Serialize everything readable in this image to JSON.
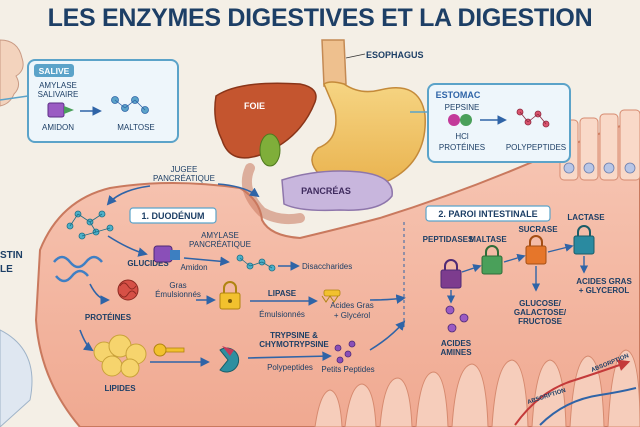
{
  "title": "LES ENZYMES DIGESTIVES ET LA DIGESTION",
  "organs": {
    "esophagus": "ESOPHAGUS",
    "liver": "FOIE",
    "pancreas": "PANCRÉAS",
    "intestine_partial_1": "STIN",
    "intestine_partial_2": "LE"
  },
  "saliva_box": {
    "heading": "SALIVE",
    "enzyme_line1": "AMYLASE",
    "enzyme_line2": "SALIVAIRE",
    "substrate": "AMIDON",
    "product": "MALTOSE"
  },
  "stomach_box": {
    "heading": "ESTOMAC",
    "enzyme": "PEPSINE",
    "cofactor": "HCl",
    "substrate": "PROTÉINES",
    "product": "POLYPEPTIDES"
  },
  "duodenum": {
    "label": "1. DUODÉNUM",
    "juice_line1": "JUGEE",
    "juice_line2": "PANCRÉATIQUE",
    "amylase_line1": "AMYLASE",
    "amylase_line2": "PANCRÉATIQUE",
    "glucides": "GLUCIDES",
    "amidon": "Amidon",
    "disaccharides": "Disaccharides",
    "proteines": "PROTÉINES",
    "lipides": "LIPIDES",
    "gras_line1": "Gras",
    "gras_line2": "Émulsionnés",
    "lipase": "LIPASE",
    "emulsionnes": "Émulsionnés",
    "acides_gras_line1": "Acides Gras",
    "acides_gras_line2": "+ Glycérol",
    "trypsine_line1": "TRYPSINE &",
    "trypsine_line2": "CHYMOTRYPSINE",
    "polypeptides": "Polypeptides",
    "petits_peptides": "Petits Peptides"
  },
  "intestinal_wall": {
    "label": "2. PAROI INTESTINALE",
    "peptidases": "PEPTIDASES",
    "maltase": "MALTASE",
    "sucrase": "SUCRASE",
    "lactase": "LACTASE",
    "acides_amines_line1": "ACIDES",
    "acides_amines_line2": "AMINES",
    "sugars_line1": "GLUCOSE/",
    "sugars_line2": "GALACTOSE/",
    "sugars_line3": "FRUCTOSE",
    "acides_gras_line1": "ACIDES GRAS",
    "acides_gras_line2": "+ GLYCEROL",
    "absorption_1": "ABSORPTION",
    "absorption_2": "ABSORPTION"
  },
  "colors": {
    "title": "#1d3f66",
    "box_border": "#5ba3c9",
    "box_bg": "#eef6fb",
    "intestine": "#f3b9a8",
    "liver": "#c4552f",
    "stomach": "#f1c56a",
    "pancreas": "#c8b6dd",
    "arrow": "#2f64a7",
    "lock_yellow": "#f2c12e",
    "lock_purple": "#7d3c8e",
    "lock_green": "#4aa05a",
    "lock_orange": "#e6762a",
    "lock_teal": "#2a8aa0"
  }
}
